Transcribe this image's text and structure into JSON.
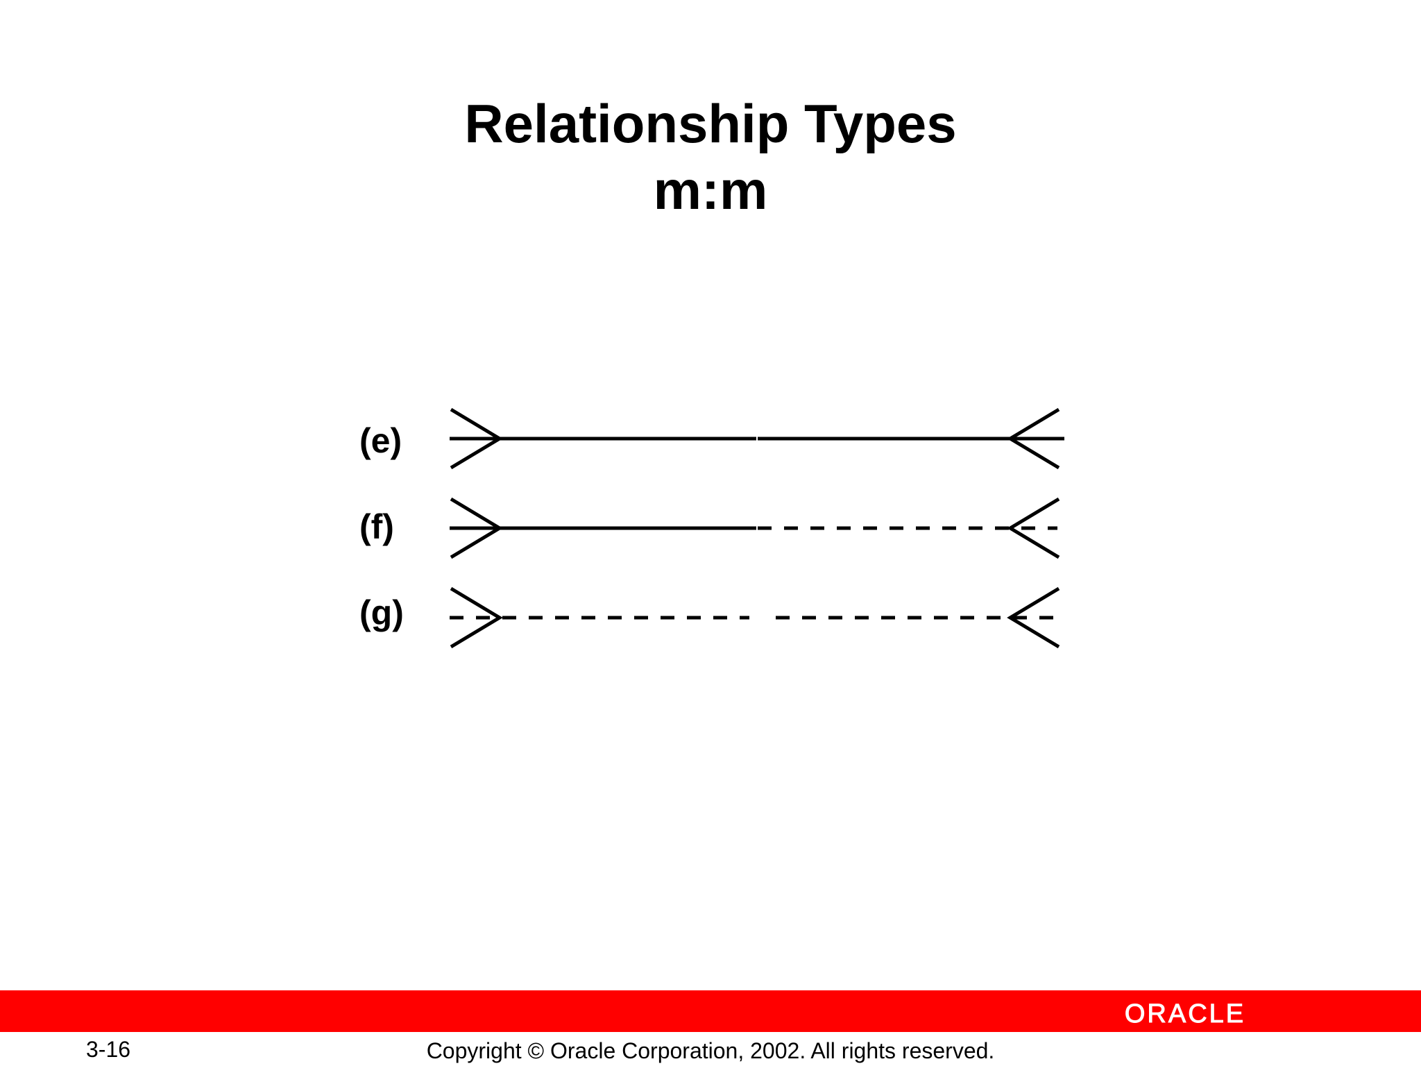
{
  "slide": {
    "title": "Relationship Types",
    "subtitle": "m:m"
  },
  "diagram": {
    "relationships": [
      {
        "label": "(e)",
        "left_half": "solid",
        "right_half": "solid",
        "left_end": "crow-foot",
        "right_end": "crow-foot"
      },
      {
        "label": "(f)",
        "left_half": "solid",
        "right_half": "dashed",
        "left_end": "crow-foot",
        "right_end": "crow-foot"
      },
      {
        "label": "(g)",
        "left_half": "dashed",
        "right_half": "dashed",
        "left_end": "crow-foot",
        "right_end": "crow-foot"
      }
    ]
  },
  "footer": {
    "page_number": "3-16",
    "copyright": "Copyright © Oracle Corporation, 2002. All rights reserved.",
    "logo_text": "ORACLE",
    "bar_color": "#ff0000"
  }
}
